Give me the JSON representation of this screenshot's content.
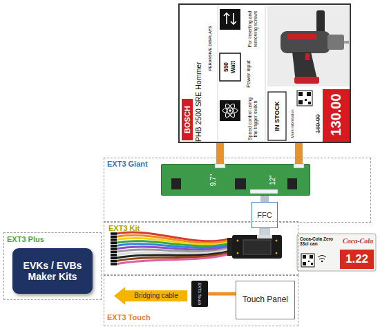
{
  "diagram": {
    "nodes": [
      {
        "text": [
          "EXT3 Giant"
        ]
      },
      {
        "text": [
          "9.7\"",
          "12\""
        ],
        "in": 0
      },
      {
        "text": [
          "FFC"
        ]
      },
      {
        "text": [
          "EXT3 Kit"
        ]
      },
      {
        "text": [
          "EXT3 Plus"
        ]
      },
      {
        "text": [
          "EVKs / EVBs Maker Kits"
        ],
        "in": 4
      },
      {
        "text": [
          "EXT3 Touch"
        ]
      },
      {
        "text": [
          "Bridging cable"
        ],
        "in": 6
      },
      {
        "text": [
          "EXT3 Touch"
        ],
        "in": 6
      },
      {
        "text": [
          "Touch Panel"
        ],
        "in": 6
      }
    ],
    "edges": [
      {
        "from": 1,
        "to": 2,
        "arrow": "none"
      },
      {
        "from": 9,
        "to": 8,
        "arrow": "none"
      }
    ],
    "labels": [
      "BOSCH",
      "PHB 2500 SRE Hommer",
      "PERVASIVE DISPLAYS",
      "For inserting and removing screws",
      "550 Watt",
      "Power input",
      "Speed control using the trigger switch",
      "IN STOCK",
      "More information",
      "160.00",
      "130.00",
      "Coca-Cola Zero 33cl can",
      "Coca-Cola",
      "1.22"
    ]
  }
}
